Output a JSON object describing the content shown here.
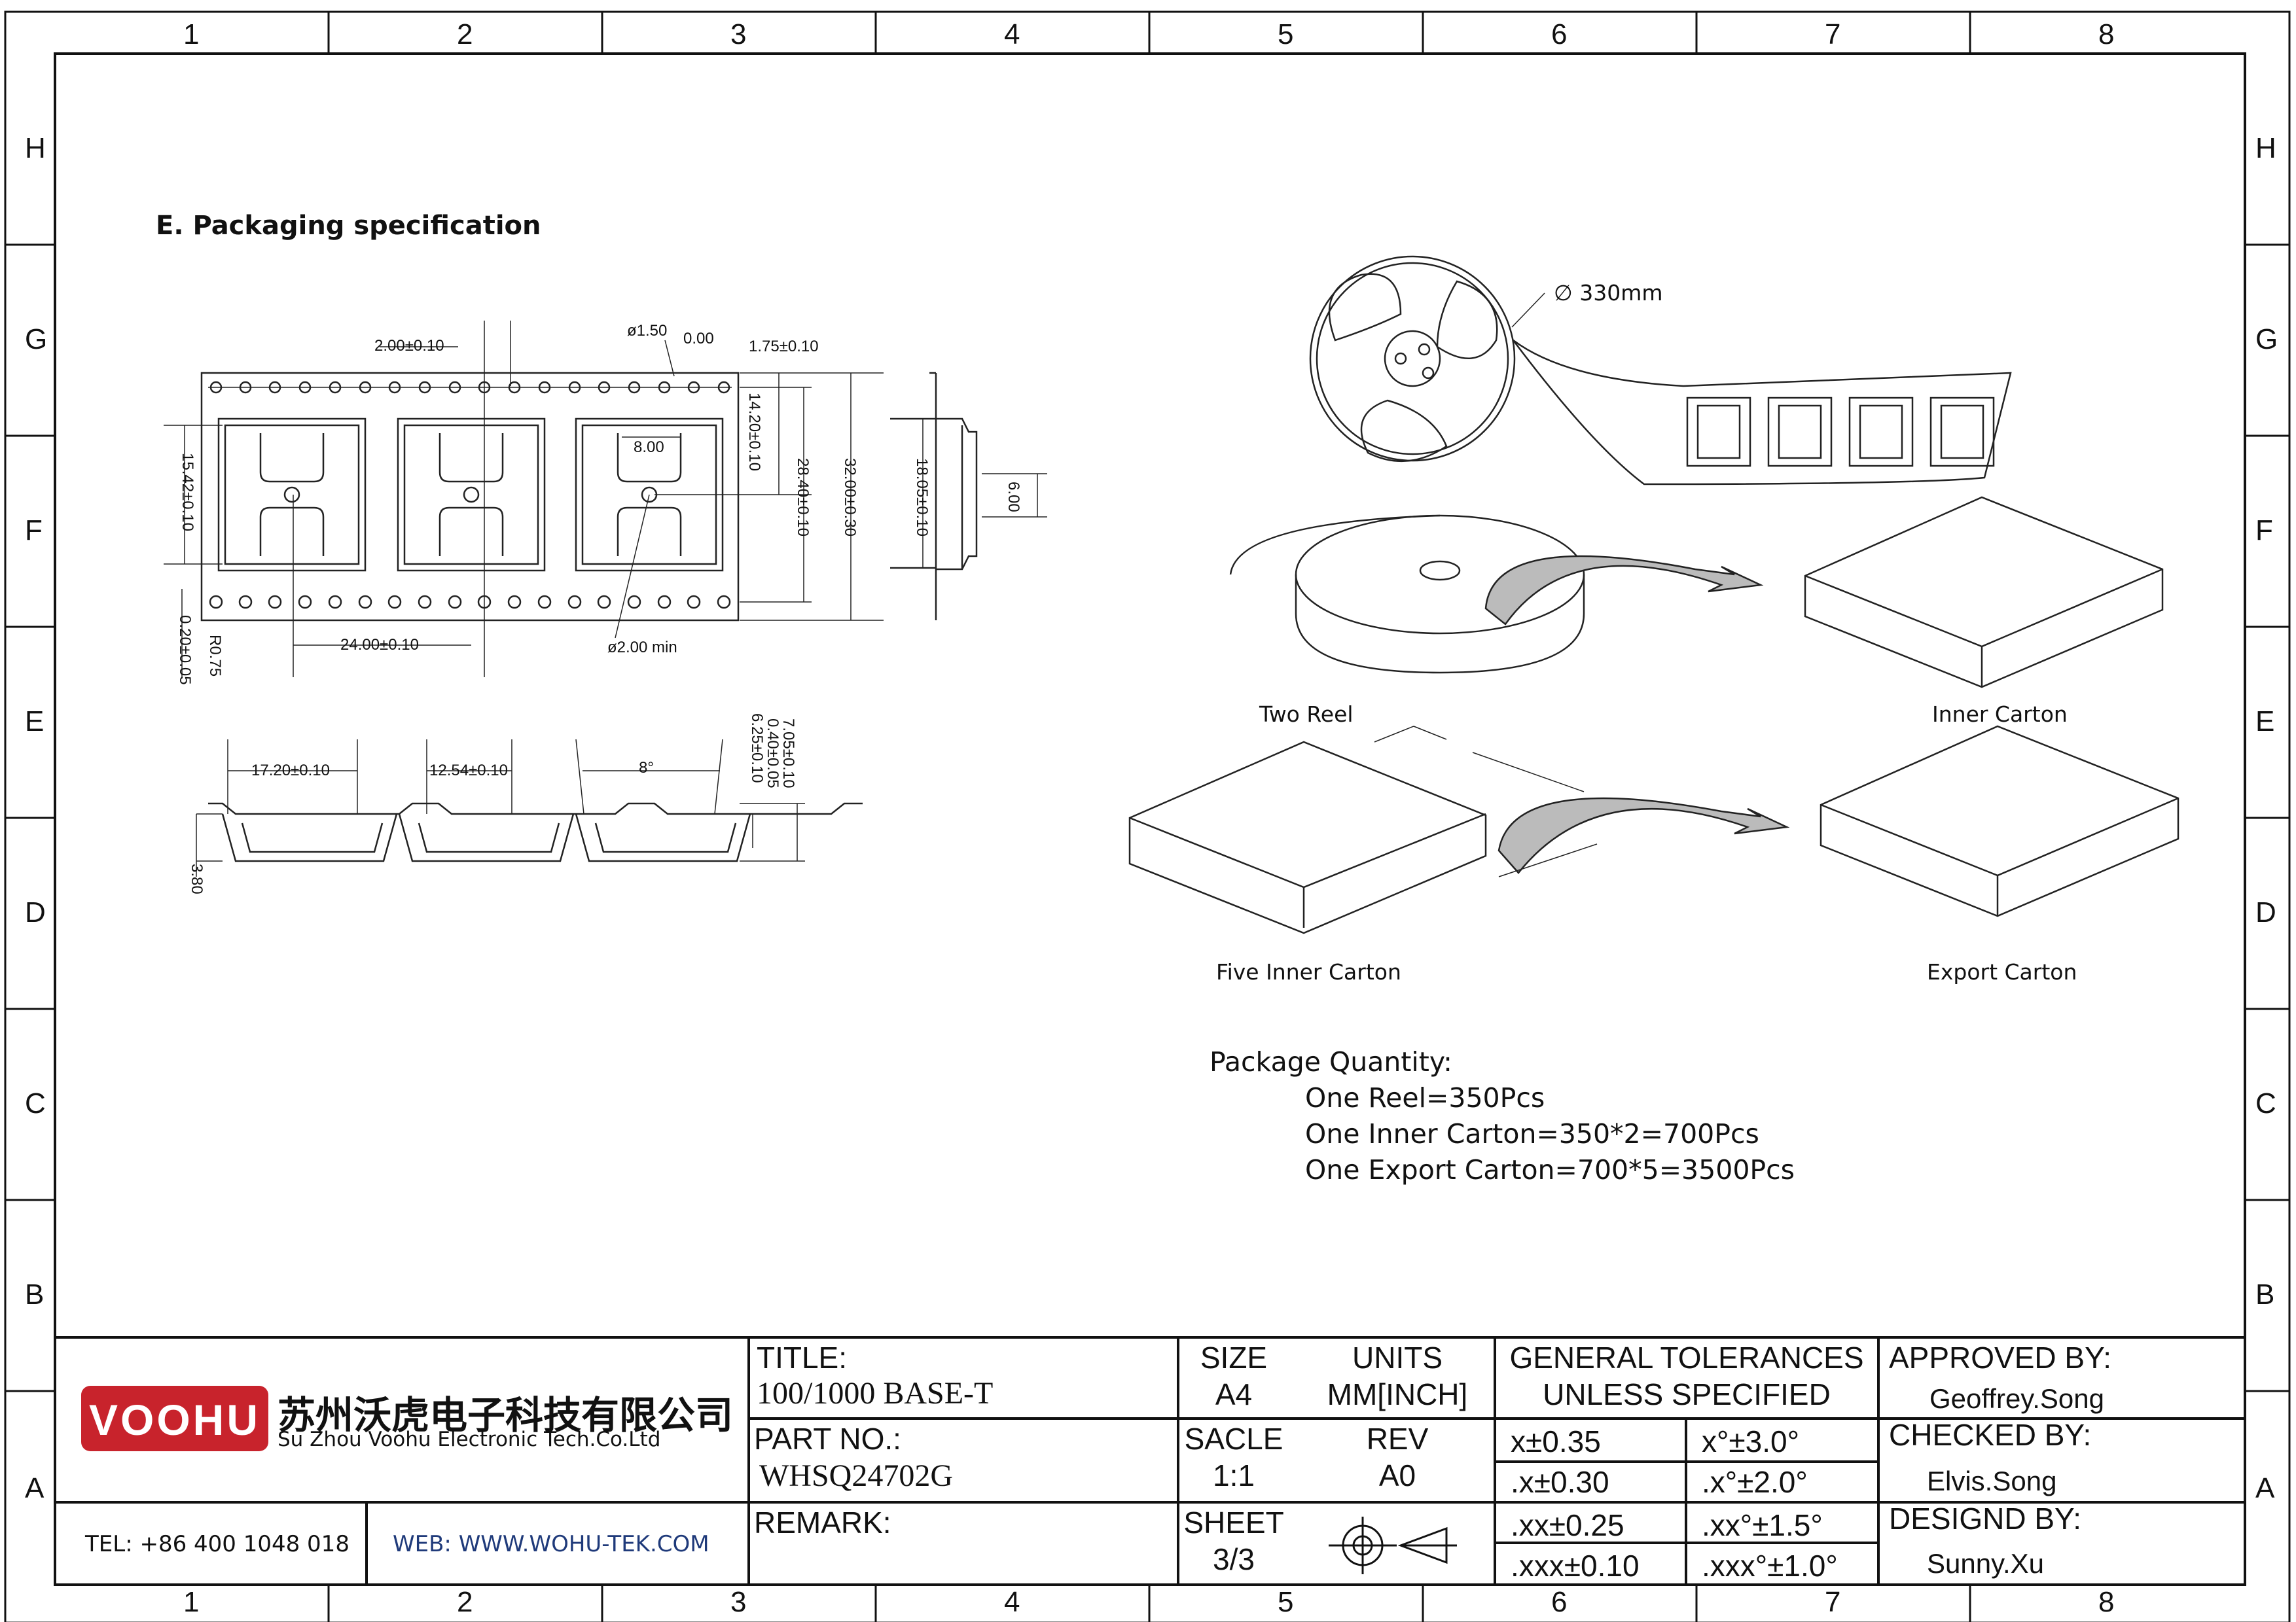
{
  "section_title": "E. Packaging specification",
  "grid": {
    "columns": [
      "1",
      "2",
      "3",
      "4",
      "5",
      "6",
      "7",
      "8"
    ],
    "rows": [
      "H",
      "G",
      "F",
      "E",
      "D",
      "C",
      "B",
      "A"
    ]
  },
  "tape_dims": {
    "d_2_00_0_10": "2.00±0.10",
    "d_phi_1_50": "ø1.50",
    "d_0_00": "0.00",
    "d_1_75": "1.75±0.10",
    "d_14_20": "14.20±0.10",
    "d_28_40": "28.40±0.10",
    "d_32_00": "32.00±0.30",
    "d_18_05": "18.05±0.10",
    "d_6_00": "6.00",
    "d_15_42": "15.42±0.10",
    "d_8_00": "8.00",
    "d_0_20": "0.20±0.05",
    "d_r0_75": "R0.75",
    "d_24_00": "24.00±0.10",
    "d_phi_2_00": "ø2.00 min",
    "d_17_20": "17.20±0.10",
    "d_12_54": "12.54±0.10",
    "d_8deg": "8°",
    "d_7_05": "7.05±0.10",
    "d_0_40": "0.40±0.05",
    "d_6_25": "6.25±0.10",
    "d_3_80": "3.80"
  },
  "reel_diameter": "∅ 330mm",
  "captions": {
    "two_reel": "Two Reel",
    "inner_carton": "Inner Carton",
    "five_inner": "Five Inner Carton",
    "export_carton": "Export Carton"
  },
  "package_quantity": {
    "heading": "Package Quantity:",
    "lines": [
      "One Reel=350Pcs",
      "One Inner Carton=350*2=700Pcs",
      "One Export Carton=700*5=3500Pcs"
    ]
  },
  "title_block": {
    "logo_text": "VOOHU",
    "company_cn": "苏州沃虎电子科技有限公司",
    "company_en": "Su Zhou Voohu Electronic Tech.Co.Ltd",
    "tel": "TEL: +86 400 1048 018",
    "web": "WEB: WWW.WOHU-TEK.COM",
    "title_label": "TITLE:",
    "title_value": "100/1000 BASE-T",
    "part_label": "PART NO.:",
    "part_value": "WHSQ24702G",
    "remark_label": "REMARK:",
    "size_label": "SIZE",
    "size_value": "A4",
    "scale_label": "SACLE",
    "scale_value": "1:1",
    "sheet_label": "SHEET",
    "sheet_value": "3/3",
    "units_label": "UNITS",
    "units_value": "MM[INCH]",
    "rev_label": "REV",
    "rev_value": "A0",
    "tol_heading1": "GENERAL TOLERANCES",
    "tol_heading2": "UNLESS SPECIFIED",
    "tolerances": [
      [
        "x±0.35",
        "x°±3.0°"
      ],
      [
        ".x±0.30",
        ".x°±2.0°"
      ],
      [
        ".xx±0.25",
        ".xx°±1.5°"
      ],
      [
        ".xxx±0.10",
        ".xxx°±1.0°"
      ]
    ],
    "approved_label": "APPROVED BY:",
    "approved_value": "Geoffrey.Song",
    "checked_label": "CHECKED BY:",
    "checked_value": "Elvis.Song",
    "design_label": "DESIGND BY:",
    "design_value": "Sunny.Xu"
  },
  "colors": {
    "logo_red": "#c8232c",
    "line": "#111111",
    "link_blue": "#1f3a7a"
  }
}
